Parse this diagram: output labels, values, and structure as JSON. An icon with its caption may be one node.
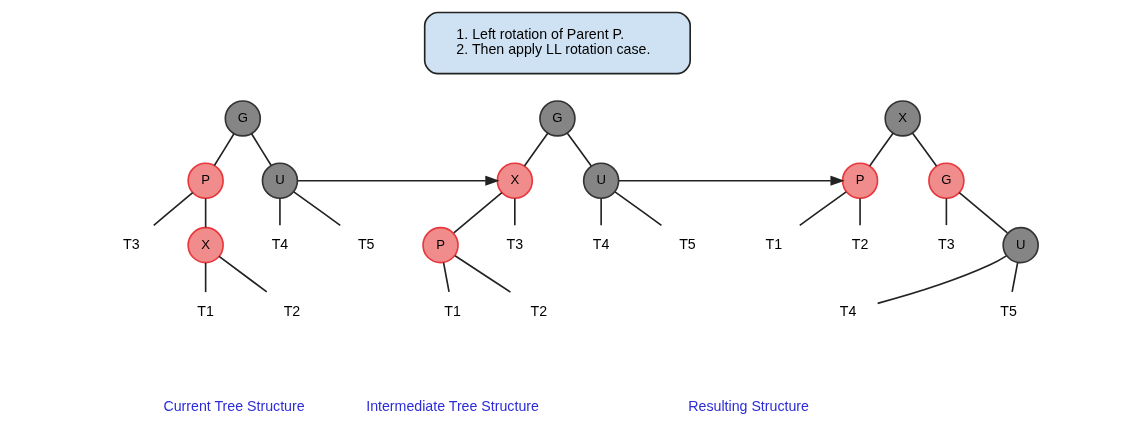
{
  "diagram": {
    "nodes": [
      {
        "text": [
          "G"
        ]
      },
      {
        "text": [
          "P"
        ]
      },
      {
        "text": [
          "U"
        ]
      },
      {
        "text": [
          "T3"
        ]
      },
      {
        "text": [
          "X"
        ]
      },
      {
        "text": [
          "T4"
        ]
      },
      {
        "text": [
          "T5"
        ]
      },
      {
        "text": [
          "T1"
        ]
      },
      {
        "text": [
          "T2"
        ]
      },
      {
        "text": [
          "G"
        ]
      },
      {
        "text": [
          "X"
        ]
      },
      {
        "text": [
          "U"
        ]
      },
      {
        "text": [
          "P"
        ]
      },
      {
        "text": [
          "T3"
        ]
      },
      {
        "text": [
          "T4"
        ]
      },
      {
        "text": [
          "T5"
        ]
      },
      {
        "text": [
          "T1"
        ]
      },
      {
        "text": [
          "T2"
        ]
      },
      {
        "text": [
          "X"
        ]
      },
      {
        "text": [
          "P"
        ]
      },
      {
        "text": [
          "G"
        ]
      },
      {
        "text": [
          "T1"
        ]
      },
      {
        "text": [
          "T2"
        ]
      },
      {
        "text": [
          "T3"
        ]
      },
      {
        "text": [
          "U"
        ]
      },
      {
        "text": [
          "T4"
        ]
      },
      {
        "text": [
          "T5"
        ]
      },
      {
        "text": [
          "1. Left rotation of Parent P.",
          "2. Then apply LL rotation case."
        ]
      }
    ],
    "edges": [
      {
        "from": 0,
        "to": 1,
        "arrow": "none"
      },
      {
        "from": 0,
        "to": 2,
        "arrow": "none"
      },
      {
        "from": 1,
        "to": 3,
        "arrow": "none"
      },
      {
        "from": 1,
        "to": 4,
        "arrow": "none"
      },
      {
        "from": 2,
        "to": 5,
        "arrow": "none"
      },
      {
        "from": 2,
        "to": 6,
        "arrow": "none"
      },
      {
        "from": 4,
        "to": 7,
        "arrow": "none"
      },
      {
        "from": 4,
        "to": 8,
        "arrow": "none"
      },
      {
        "from": 9,
        "to": 10,
        "arrow": "none"
      },
      {
        "from": 9,
        "to": 11,
        "arrow": "none"
      },
      {
        "from": 10,
        "to": 12,
        "arrow": "none"
      },
      {
        "from": 10,
        "to": 13,
        "arrow": "none"
      },
      {
        "from": 11,
        "to": 14,
        "arrow": "none"
      },
      {
        "from": 11,
        "to": 15,
        "arrow": "none"
      },
      {
        "from": 12,
        "to": 16,
        "arrow": "none"
      },
      {
        "from": 12,
        "to": 17,
        "arrow": "none"
      },
      {
        "from": 18,
        "to": 19,
        "arrow": "none"
      },
      {
        "from": 18,
        "to": 20,
        "arrow": "none"
      },
      {
        "from": 19,
        "to": 21,
        "arrow": "none"
      },
      {
        "from": 19,
        "to": 22,
        "arrow": "none"
      },
      {
        "from": 20,
        "to": 23,
        "arrow": "none"
      },
      {
        "from": 20,
        "to": 24,
        "arrow": "none"
      },
      {
        "from": 24,
        "to": 25,
        "arrow": "none"
      },
      {
        "from": 24,
        "to": 26,
        "arrow": "none"
      },
      {
        "from": 2,
        "to": 10,
        "arrow": "to"
      },
      {
        "from": 11,
        "to": 19,
        "arrow": "to"
      }
    ],
    "labels": [
      "Current Tree Structure",
      "Intermediate Tree Structure",
      "Resulting Structure"
    ]
  }
}
